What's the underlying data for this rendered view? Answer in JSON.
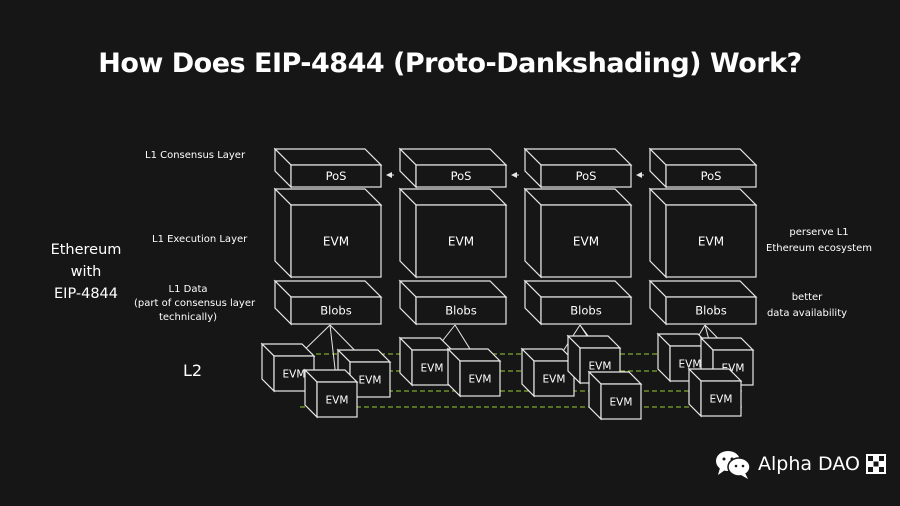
{
  "title": "How Does EIP-4844 (Proto-Dankshading) Work?",
  "ethereum_label": [
    "Ethereum",
    "with",
    "EIP-4844"
  ],
  "layers": {
    "consensus": "L1 Consensus Layer",
    "execution": "L1 Execution Layer",
    "data": [
      "L1 Data",
      "(part of consensus layer",
      "technically)"
    ],
    "l2": "L2"
  },
  "side_notes": {
    "top": [
      "perserve L1",
      "Ethereum ecosystem"
    ],
    "bottom": [
      "better",
      "data availability"
    ]
  },
  "box_labels": {
    "pos": "PoS",
    "evm": "EVM",
    "blobs": "Blobs",
    "l2_evm": "EVM"
  },
  "columns": 4,
  "colors": {
    "background": "#161616",
    "stroke": "#e8e8e8",
    "l2_link": "#9acd32"
  },
  "watermark": {
    "text": "Alpha DAO",
    "icon": "wechat-icon"
  }
}
